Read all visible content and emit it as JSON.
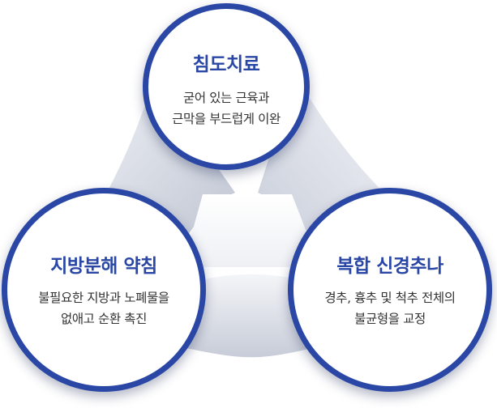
{
  "nodes": {
    "top": {
      "title": "침도치료",
      "line1": "굳어 있는 근육과",
      "line2": "근막을 부드럽게 이완"
    },
    "left": {
      "title": "지방분해 약침",
      "line1": "불필요한 지방과 노폐물을",
      "line2": "없애고 순환 촉진"
    },
    "right": {
      "title": "복합 신경추나",
      "line1": "경추, 흉추 및 척추 전체의",
      "line2": "불균형을 교정"
    }
  },
  "colors": {
    "accent": "#2a47a6",
    "text": "#333333",
    "ribbon": "#e6e9ef"
  }
}
